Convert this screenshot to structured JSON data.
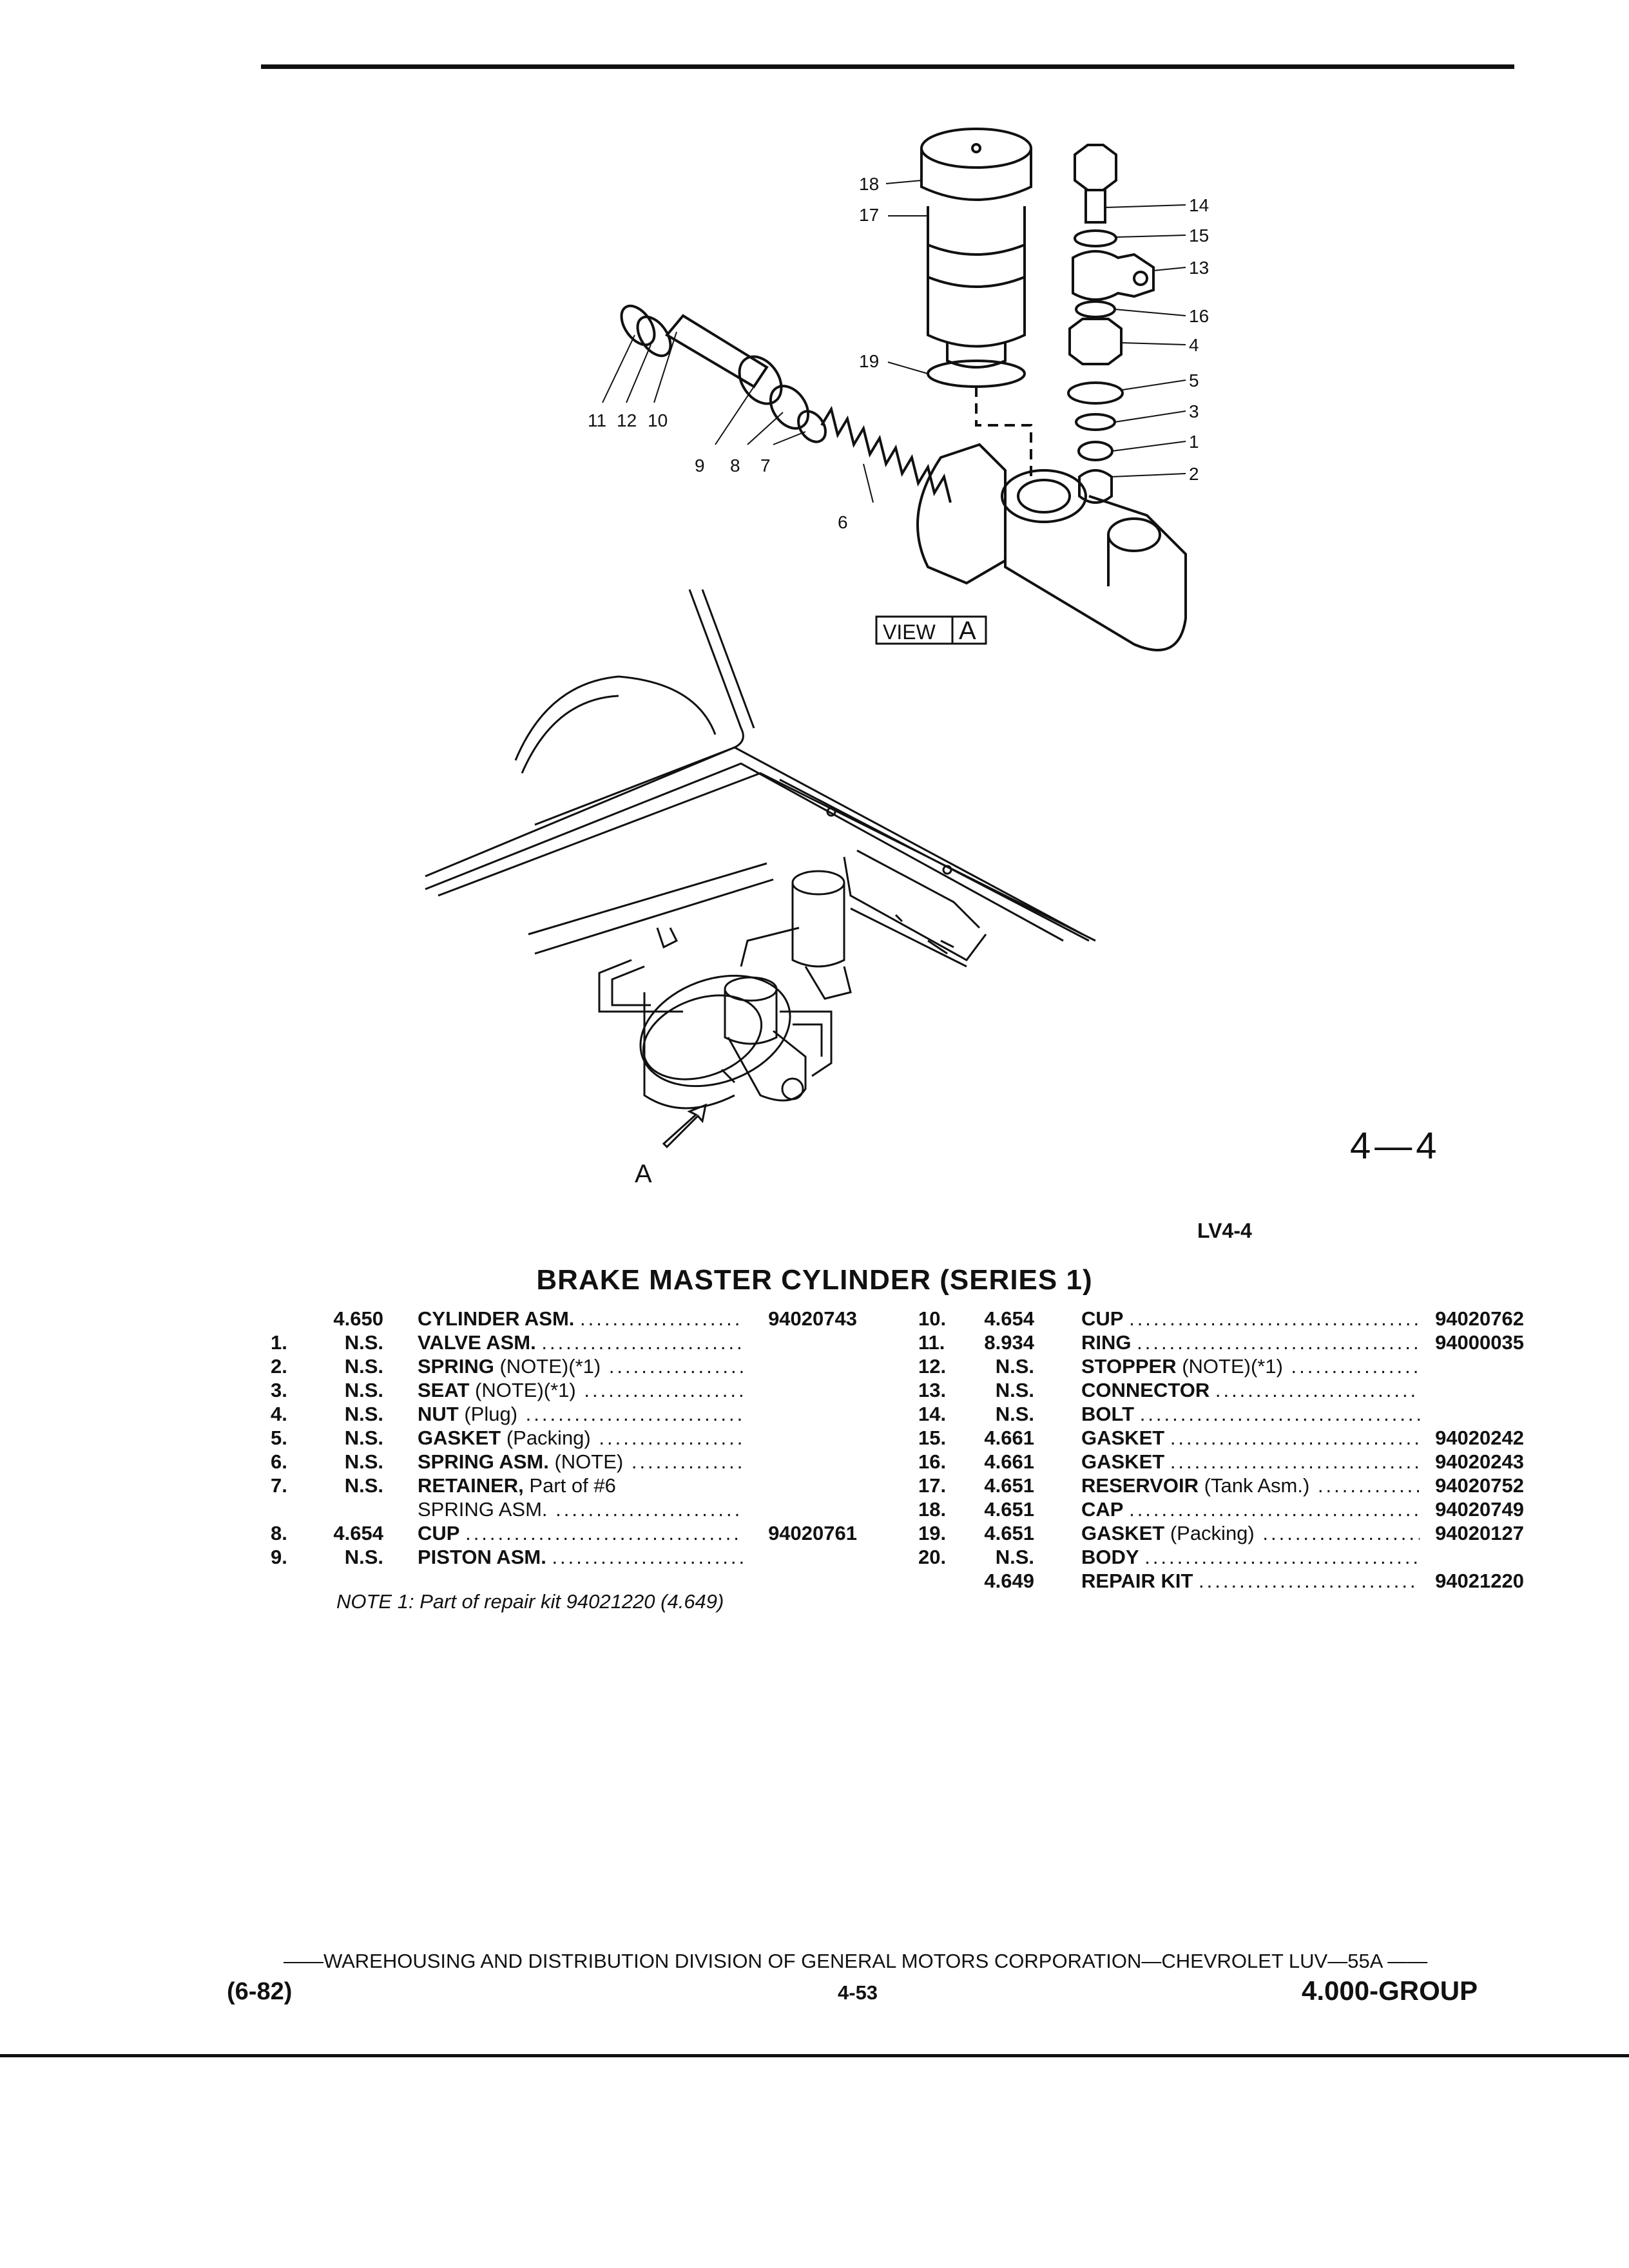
{
  "figure": {
    "number": "4—4",
    "code": "LV4-4",
    "view_label": "VIEW",
    "view_letter": "A",
    "arrow_letter": "A",
    "callouts": [
      "18",
      "17",
      "19",
      "14",
      "15",
      "13",
      "16",
      "4",
      "5",
      "3",
      "1",
      "2",
      "11",
      "12",
      "10",
      "9",
      "8",
      "7",
      "6"
    ]
  },
  "title": "BRAKE MASTER CYLINDER (SERIES 1)",
  "left_parts": [
    {
      "idx": "",
      "grp": "4.650",
      "name": "CYLINDER ASM.",
      "detail": "",
      "pn": "94020743"
    },
    {
      "idx": "1.",
      "grp": "N.S.",
      "name": "VALVE ASM.",
      "detail": "",
      "pn": ""
    },
    {
      "idx": "2.",
      "grp": "N.S.",
      "name": "SPRING",
      "detail": "(NOTE)(*1)",
      "pn": ""
    },
    {
      "idx": "3.",
      "grp": "N.S.",
      "name": "SEAT",
      "detail": "(NOTE)(*1)",
      "pn": ""
    },
    {
      "idx": "4.",
      "grp": "N.S.",
      "name": "NUT",
      "detail": "(Plug)",
      "pn": ""
    },
    {
      "idx": "5.",
      "grp": "N.S.",
      "name": "GASKET",
      "detail": "(Packing)",
      "pn": ""
    },
    {
      "idx": "6.",
      "grp": "N.S.",
      "name": "SPRING ASM.",
      "detail": "(NOTE)",
      "pn": ""
    },
    {
      "idx": "7.",
      "grp": "N.S.",
      "name": "RETAINER,",
      "detail": "Part of #6",
      "pn": "",
      "noleader": true
    },
    {
      "idx": "",
      "grp": "",
      "name": "",
      "detail": "SPRING ASM.",
      "pn": ""
    },
    {
      "idx": "8.",
      "grp": "4.654",
      "name": "CUP",
      "detail": "",
      "pn": "94020761"
    },
    {
      "idx": "9.",
      "grp": "N.S.",
      "name": "PISTON ASM.",
      "detail": "",
      "pn": ""
    }
  ],
  "right_parts": [
    {
      "idx": "10.",
      "grp": "4.654",
      "name": "CUP",
      "detail": "",
      "pn": "94020762"
    },
    {
      "idx": "11.",
      "grp": "8.934",
      "name": "RING",
      "detail": "",
      "pn": "94000035"
    },
    {
      "idx": "12.",
      "grp": "N.S.",
      "name": "STOPPER",
      "detail": "(NOTE)(*1)",
      "pn": ""
    },
    {
      "idx": "13.",
      "grp": "N.S.",
      "name": "CONNECTOR",
      "detail": "",
      "pn": ""
    },
    {
      "idx": "14.",
      "grp": "N.S.",
      "name": "BOLT",
      "detail": "",
      "pn": ""
    },
    {
      "idx": "15.",
      "grp": "4.661",
      "name": "GASKET",
      "detail": "",
      "pn": "94020242"
    },
    {
      "idx": "16.",
      "grp": "4.661",
      "name": "GASKET",
      "detail": "",
      "pn": "94020243"
    },
    {
      "idx": "17.",
      "grp": "4.651",
      "name": "RESERVOIR",
      "detail": "(Tank Asm.)",
      "pn": "94020752"
    },
    {
      "idx": "18.",
      "grp": "4.651",
      "name": "CAP",
      "detail": "",
      "pn": "94020749"
    },
    {
      "idx": "19.",
      "grp": "4.651",
      "name": "GASKET",
      "detail": "(Packing)",
      "pn": "94020127"
    },
    {
      "idx": "20.",
      "grp": "N.S.",
      "name": "BODY",
      "detail": "",
      "pn": ""
    },
    {
      "idx": "",
      "grp": "4.649",
      "name": "REPAIR KIT",
      "detail": "",
      "pn": "94021220"
    }
  ],
  "note": "NOTE 1: Part of repair kit 94021220 (4.649)",
  "footer": {
    "line": "——WAREHOUSING AND DISTRIBUTION  DIVISION OF GENERAL MOTORS CORPORATION—CHEVROLET LUV—55A  ——",
    "date": "(6-82)",
    "page": "4-53",
    "group": "4.000-GROUP"
  }
}
